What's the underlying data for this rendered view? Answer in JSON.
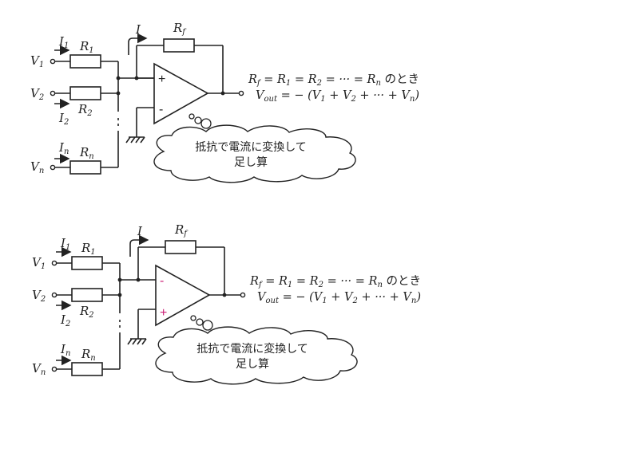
{
  "circuits": [
    {
      "name": "top",
      "plus_symbol": "+",
      "minus_symbol": "-",
      "input_on_top": "plus",
      "sign_color_top": "#222222",
      "sign_color_bottom": "#222222",
      "labels": {
        "I": "I",
        "Rf": "R",
        "Rf_sub": "f",
        "I1": "I",
        "I1_sub": "1",
        "R1": "R",
        "R1_sub": "1",
        "V1": "V",
        "V1_sub": "1",
        "V2": "V",
        "V2_sub": "2",
        "R2": "R",
        "R2_sub": "2",
        "I2": "I",
        "I2_sub": "2",
        "In": "I",
        "In_sub": "n",
        "Rn": "R",
        "Rn_sub": "n",
        "Vn": "V",
        "Vn_sub": "n"
      },
      "eq1": {
        "p1": "R",
        "s1": "f",
        "p2": " = R",
        "s2": "1",
        "p3": " = R",
        "s3": "2",
        "p4": " = ··· = R",
        "s4": "n",
        "p5": " のとき"
      },
      "eq2": {
        "p1": "V",
        "s1": "out",
        "p2": " = − (V",
        "s2": "1",
        "p3": " + V",
        "s3": "2",
        "p4": " + ··· + V",
        "s4": "n",
        "p5": ")"
      },
      "bubble": {
        "line1": "抵抗で電流に変換して",
        "line2": "足し算"
      }
    },
    {
      "name": "bottom",
      "plus_symbol": "+",
      "minus_symbol": "-",
      "input_on_top": "minus",
      "sign_color_top": "#cc2277",
      "sign_color_bottom": "#cc2277",
      "labels": {
        "I": "I",
        "Rf": "R",
        "Rf_sub": "f",
        "I1": "I",
        "I1_sub": "1",
        "R1": "R",
        "R1_sub": "1",
        "V1": "V",
        "V1_sub": "1",
        "V2": "V",
        "V2_sub": "2",
        "R2": "R",
        "R2_sub": "2",
        "I2": "I",
        "I2_sub": "2",
        "In": "I",
        "In_sub": "n",
        "Rn": "R",
        "Rn_sub": "n",
        "Vn": "V",
        "Vn_sub": "n"
      },
      "eq1": {
        "p1": "R",
        "s1": "f",
        "p2": " = R",
        "s2": "1",
        "p3": " = R",
        "s3": "2",
        "p4": " = ··· = R",
        "s4": "n",
        "p5": " のとき"
      },
      "eq2": {
        "p1": "V",
        "s1": "out",
        "p2": " = − (V",
        "s2": "1",
        "p3": " + V",
        "s3": "2",
        "p4": " + ··· + V",
        "s4": "n",
        "p5": ")"
      },
      "bubble": {
        "line1": "抵抗で電流に変換して",
        "line2": "足し算"
      }
    }
  ]
}
